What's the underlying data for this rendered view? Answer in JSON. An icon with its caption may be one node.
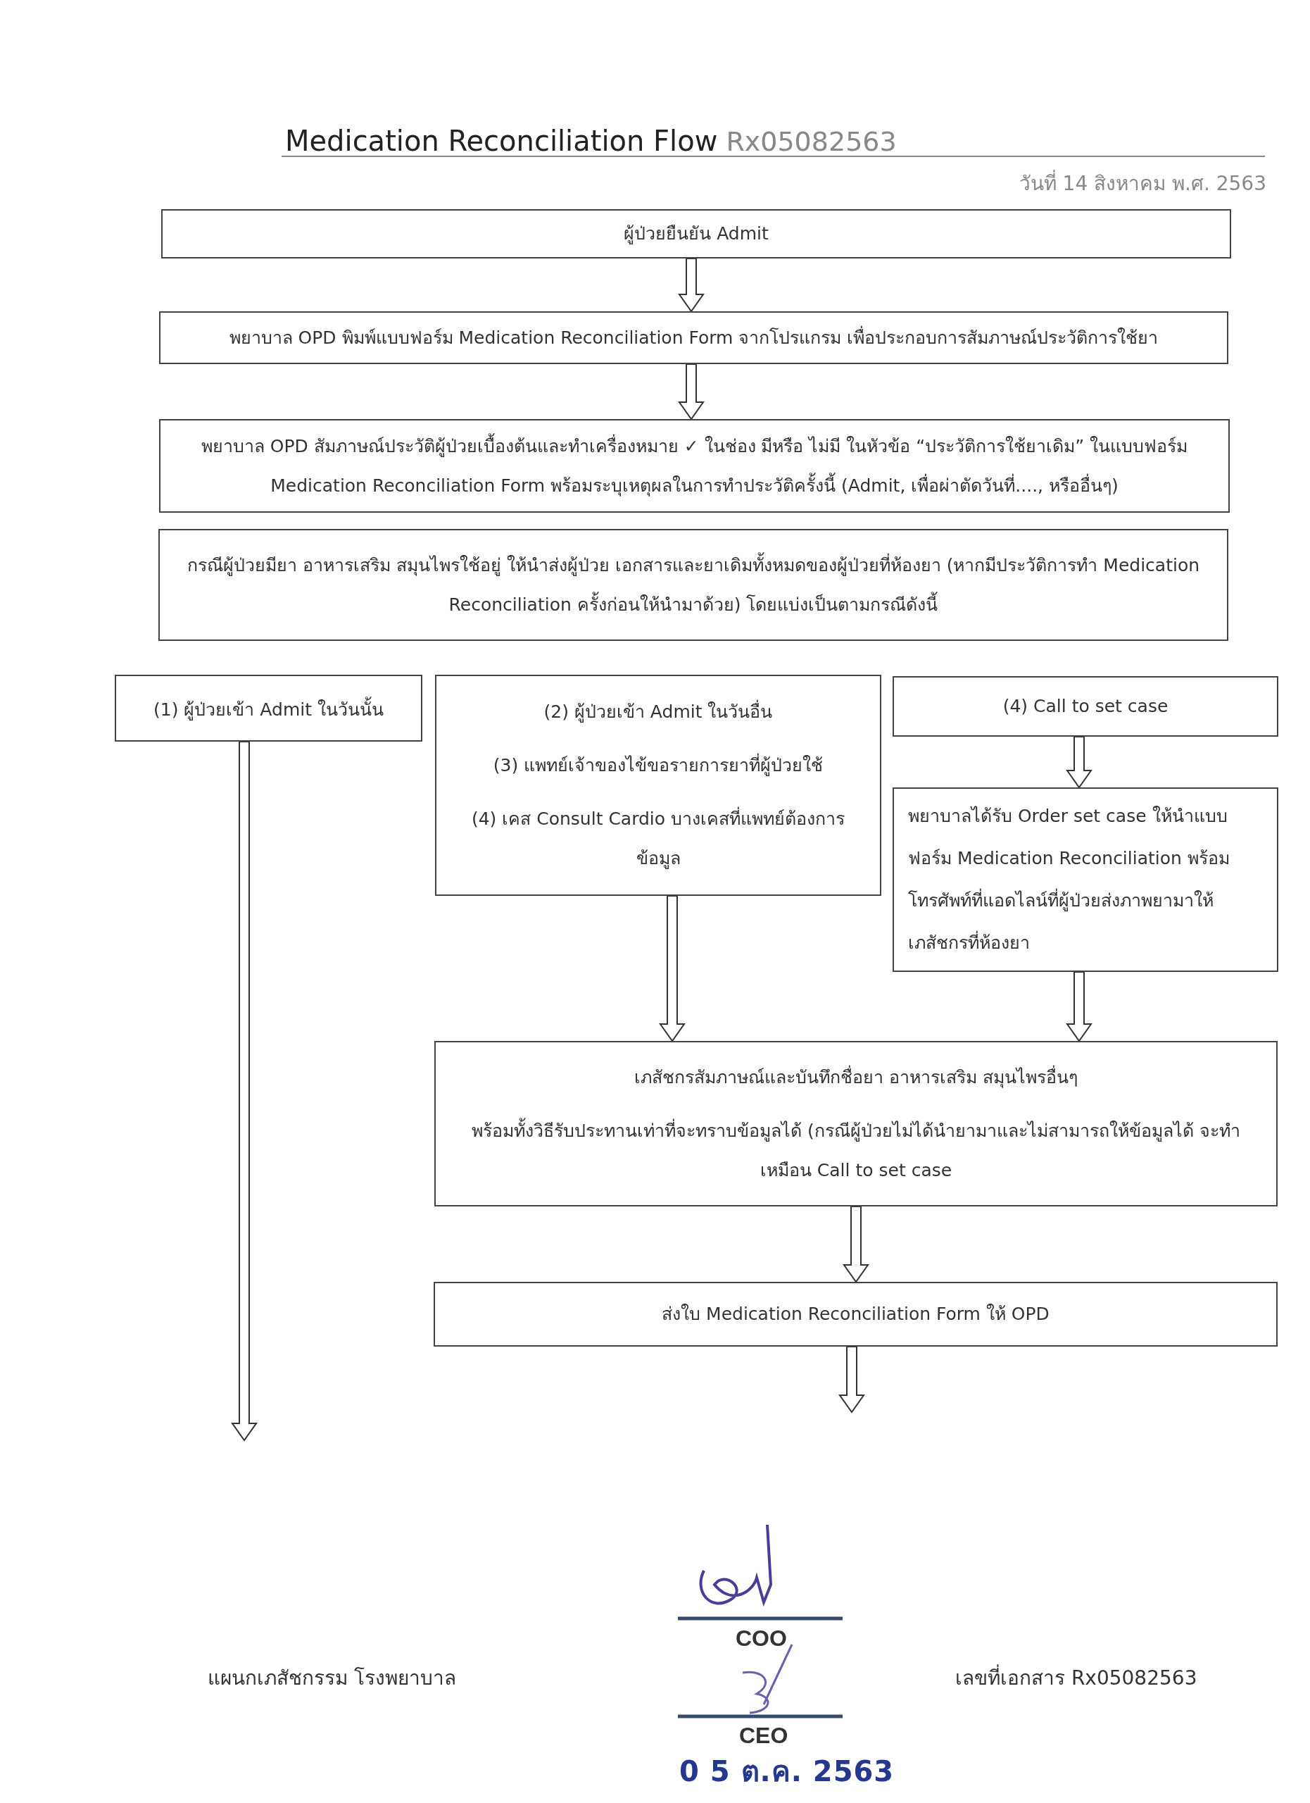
{
  "diagram": {
    "title": "Medication Reconciliation Flow",
    "nodes": [
      {
        "text": [
          "ผู้ป่วยยืนยัน Admit"
        ]
      },
      {
        "text": [
          "พยาบาล OPD พิมพ์แบบฟอร์ม Medication Reconciliation Form จากโปรแกรม เพื่อประกอบการสัมภาษณ์ประวัติการใช้ยา"
        ]
      },
      {
        "text": [
          "พยาบาล OPD สัมภาษณ์ประวัติผู้ป่วยเบื้องต้นและทำเครื่องหมาย ✓ ในช่อง มีหรือ ไม่มี ในหัวข้อ “ประวัติการใช้ยาเดิม” ในแบบฟอร์ม Medication Reconciliation Form พร้อมระบุเหตุผลในการทำประวัติครั้งนี้ (Admit, เพื่อผ่าตัดวันที่...., หรืออื่นๆ)"
        ]
      },
      {
        "text": [
          "กรณีผู้ป่วยมียา อาหารเสริม สมุนไพรใช้อยู่ ให้นำส่งผู้ป่วย เอกสารและยาเดิมทั้งหมดของผู้ป่วยที่ห้องยา (หากมีประวัติการทำ Medication Reconciliation ครั้งก่อนให้นำมาด้วย) โดยแบ่งเป็นตามกรณีดังนี้"
        ]
      },
      {
        "text": [
          "(1) ผู้ป่วยเข้า Admit ในวันนั้น"
        ]
      },
      {
        "text": [
          "(2) ผู้ป่วยเข้า Admit ในวันอื่น",
          "(3) แพทย์เจ้าของไข้ขอรายการยาที่ผู้ป่วยใช้",
          "(4) เคส Consult Cardio บางเคสที่แพทย์ต้องการข้อมูล"
        ]
      },
      {
        "text": [
          "(4) Call to set case"
        ]
      },
      {
        "text": [
          "พยาบาลได้รับ Order set case ให้นำแบบฟอร์ม Medication Reconciliation พร้อมโทรศัพท์ที่แอดไลน์ที่ผู้ป่วยส่งภาพยามาให้เภสัชกรที่ห้องยา"
        ]
      },
      {
        "text": [
          "เภสัชกรสัมภาษณ์และบันทึกชื่อยา อาหารเสริม สมุนไพรอื่นๆ",
          "พร้อมทั้งวิธีรับประทานเท่าที่จะทราบข้อมูลได้ (กรณีผู้ป่วยไม่ได้นำยามาและไม่สามารถให้ข้อมูลได้ จะทำเหมือน Call to set case"
        ]
      },
      {
        "text": [
          "ส่งใบ Medication Reconciliation Form ให้ OPD"
        ]
      }
    ],
    "edges": [
      {
        "from": 0,
        "to": 1,
        "arrow": "to"
      },
      {
        "from": 1,
        "to": 2,
        "arrow": "to"
      },
      {
        "from": 4,
        "to": null,
        "arrow": "to"
      },
      {
        "from": 5,
        "to": 8,
        "arrow": "to"
      },
      {
        "from": 6,
        "to": 7,
        "arrow": "to"
      },
      {
        "from": 7,
        "to": 8,
        "arrow": "to"
      },
      {
        "from": 8,
        "to": 9,
        "arrow": "to"
      },
      {
        "from": 9,
        "to": null,
        "arrow": "to"
      }
    ],
    "labels": [
      "Rx05082563",
      "วันที่ 14 สิงหาคม พ.ศ. 2563",
      "COO",
      "แผนกเภสัชกรรม โรงพยาบาล",
      "เลขที่เอกสาร Rx05082563",
      "CEO",
      "0 5 ต.ค. 2563"
    ]
  }
}
